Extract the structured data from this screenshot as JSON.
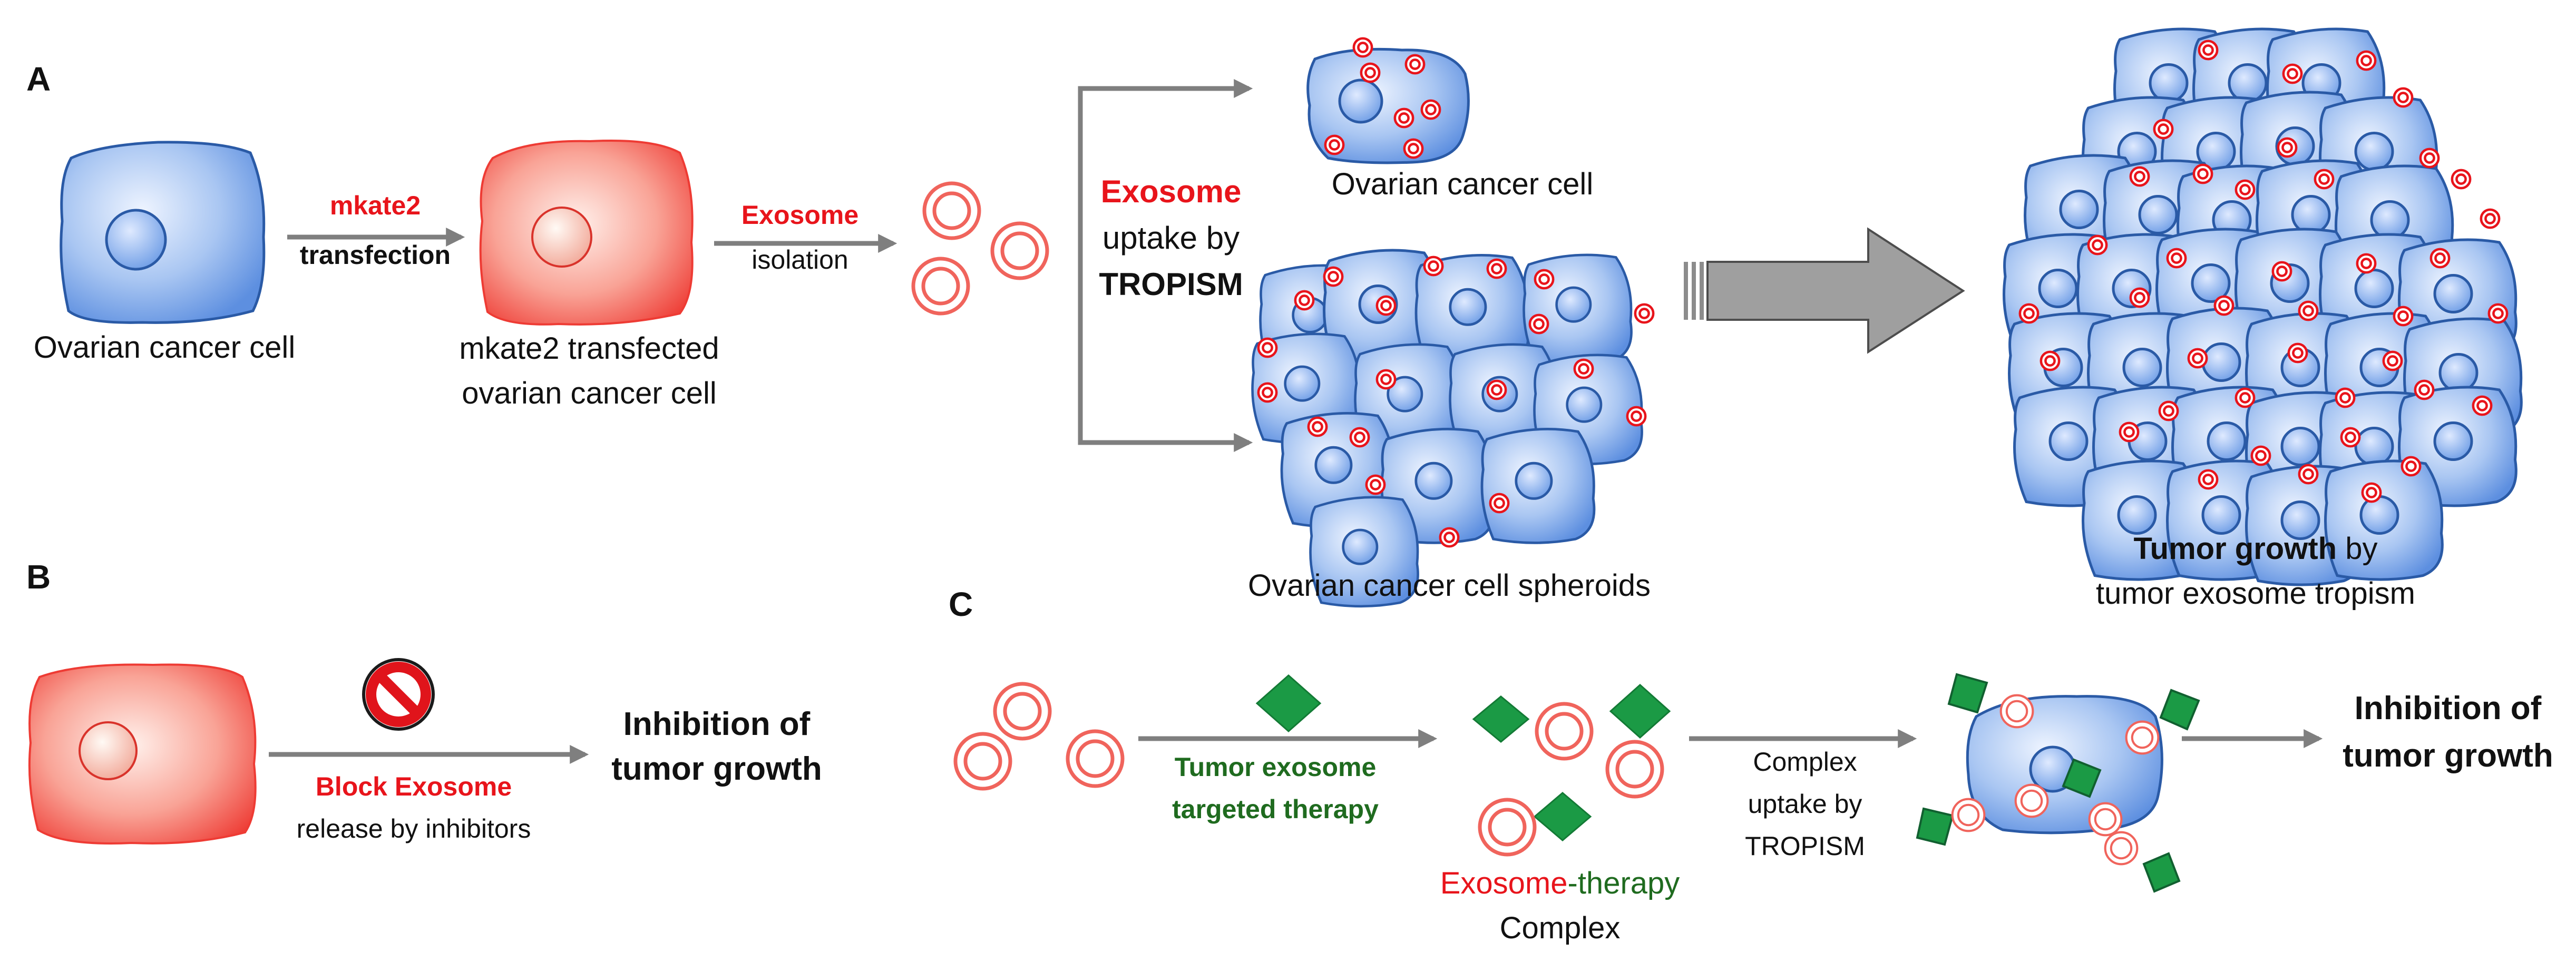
{
  "colors": {
    "cell_blue": "#a7c4ef",
    "cell_edge": "#2a5aa6",
    "cell_red": "#f15a4f",
    "exosome_red": "#e8141b",
    "drug_green": "#1b9a45",
    "arrow_gray": "#7f7f7f",
    "text_red": "#e8141b",
    "text_green": "#1f6b1f"
  },
  "icons": {
    "block": "no-entry-icon",
    "drug": "green-diamond-icon",
    "exosome": "double-ring-icon",
    "big_arrow": "block-arrow-icon"
  },
  "panel_a": {
    "letter": "A",
    "cell1_label": "Ovarian cancer cell",
    "arrow1_top": "mkate2",
    "arrow1_bottom": "transfection",
    "cell2_label_1": "mkate2 transfected",
    "cell2_label_2": "ovarian cancer cell",
    "arrow2_top": "Exosome",
    "arrow2_bottom": "isolation",
    "uptake_1": "Exosome",
    "uptake_2": "uptake by",
    "uptake_3": "TROPISM",
    "single_cell_label": "Ovarian cancer cell",
    "spheroid_label": "Ovarian cancer cell spheroids",
    "tumor_label_bold": "Tumor growth",
    "tumor_label_rest": " by",
    "tumor_label_2": "tumor exosome tropism"
  },
  "panel_b": {
    "letter": "B",
    "block_1": "Block Exosome",
    "block_2": "release by inhibitors",
    "result_1": "Inhibition of",
    "result_2": "tumor growth"
  },
  "panel_c": {
    "letter": "C",
    "therapy_1": "Tumor exosome",
    "therapy_2": "targeted therapy",
    "complex_exo": "Exosome",
    "complex_dash": "-",
    "complex_therapy": "therapy",
    "complex_2": "Complex",
    "uptake_1": "Complex",
    "uptake_2": "uptake by",
    "uptake_3": "TROPISM",
    "result_1": "Inhibition of",
    "result_2": "tumor growth"
  }
}
